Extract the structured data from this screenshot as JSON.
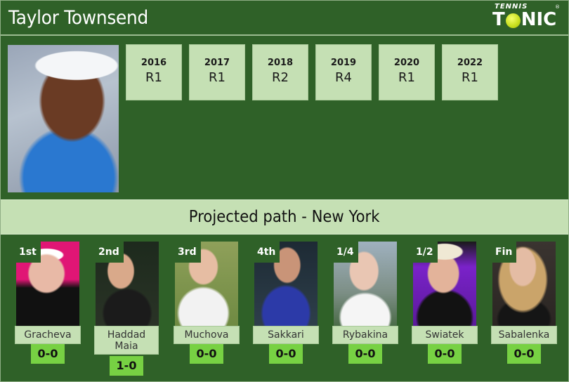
{
  "header": {
    "title": "Taylor Townsend",
    "logo": {
      "top": "TENNIS",
      "left": "T",
      "right": "NIC",
      "reg": "®"
    }
  },
  "history": [
    {
      "year": "2016",
      "result": "R1"
    },
    {
      "year": "2017",
      "result": "R1"
    },
    {
      "year": "2018",
      "result": "R2"
    },
    {
      "year": "2019",
      "result": "R4"
    },
    {
      "year": "2020",
      "result": "R1"
    },
    {
      "year": "2022",
      "result": "R1"
    }
  ],
  "path": {
    "title": "Projected path - New York",
    "opponents": [
      {
        "round": "1st",
        "name": "Gracheva",
        "h2h": "0-0"
      },
      {
        "round": "2nd",
        "name": "Haddad Maia",
        "h2h": "1-0"
      },
      {
        "round": "3rd",
        "name": "Muchova",
        "h2h": "0-0"
      },
      {
        "round": "4th",
        "name": "Sakkari",
        "h2h": "0-0"
      },
      {
        "round": "1/4",
        "name": "Rybakina",
        "h2h": "0-0"
      },
      {
        "round": "1/2",
        "name": "Swiatek",
        "h2h": "0-0"
      },
      {
        "round": "Fin",
        "name": "Sabalenka",
        "h2h": "0-0"
      }
    ]
  },
  "colors": {
    "background": "#2f6128",
    "light_green": "#c5e0b4",
    "score_green": "#77d143"
  }
}
